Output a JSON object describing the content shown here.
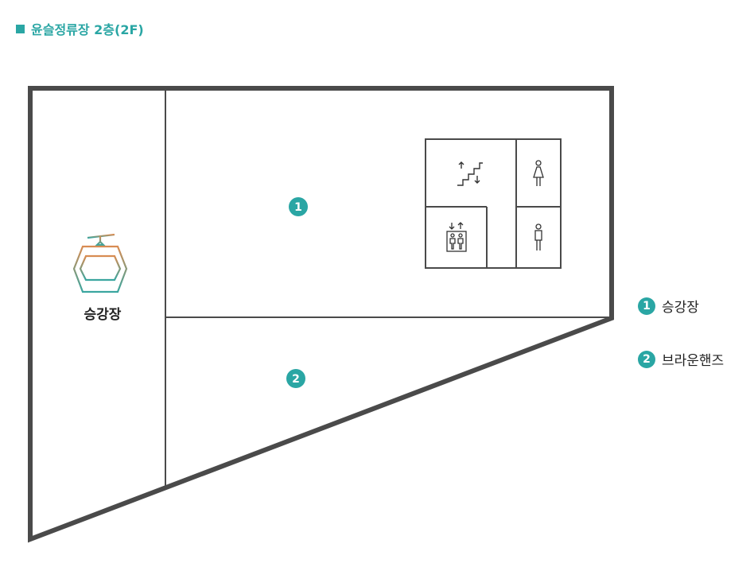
{
  "title": "윤슬정류장 2층(2F)",
  "colors": {
    "accent": "#2aa6a4",
    "wall": "#4a4a4a"
  },
  "map": {
    "platform_label": "승강장",
    "zone1_marker": "1",
    "zone2_marker": "2",
    "icons": [
      "stairs-icon",
      "elevator-icon",
      "female-restroom-icon",
      "male-restroom-icon",
      "cable-car-icon"
    ]
  },
  "legend": [
    {
      "num": "1",
      "label": "승강장"
    },
    {
      "num": "2",
      "label": "브라운핸즈"
    }
  ]
}
